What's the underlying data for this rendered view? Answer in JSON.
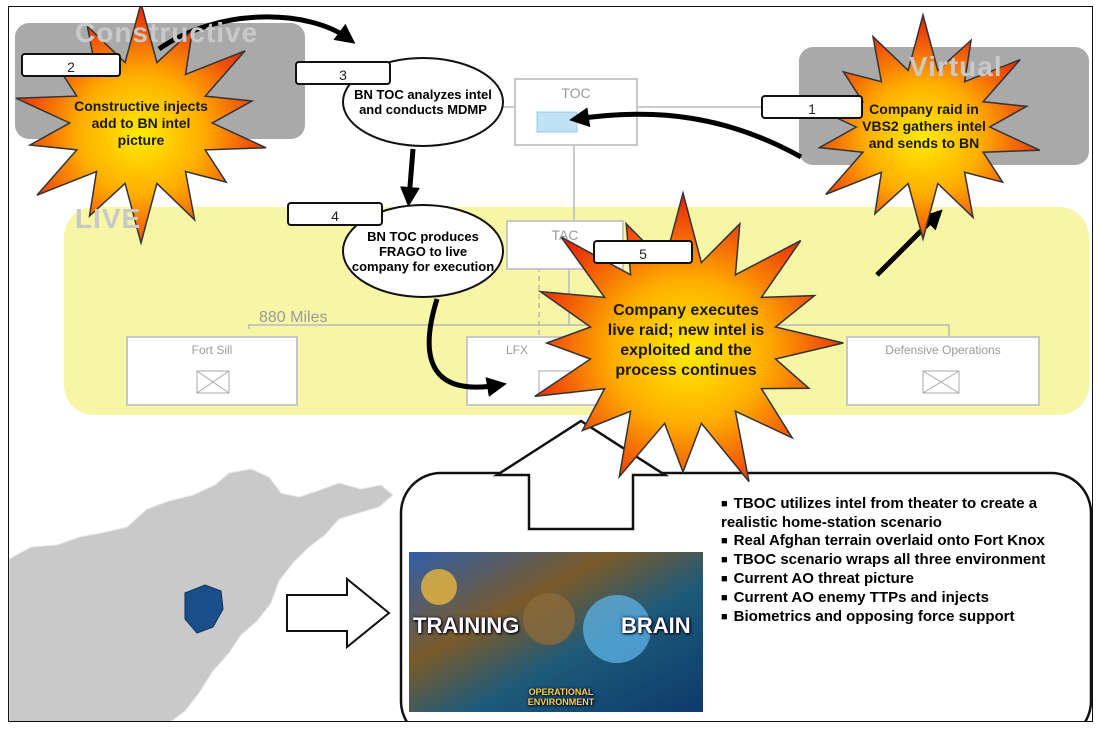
{
  "zones": {
    "constructive": "Constructive",
    "virtual": "Virtual",
    "live": "LIVE"
  },
  "nodes": {
    "toc": "TOC",
    "tac": "TAC",
    "distance": "880 Miles",
    "fort_sill": "Fort Sill",
    "lfx": "LFX",
    "defensive_ops": "Defensive Operations"
  },
  "steps": [
    {
      "number": "1",
      "text": "Company raid in VBS2 gathers intel and sends to BN"
    },
    {
      "number": "2",
      "text": "Constructive injects add to BN intel picture"
    },
    {
      "number": "3",
      "text": "BN TOC analyzes intel and conducts MDMP"
    },
    {
      "number": "4",
      "text": "BN TOC produces FRAGO to live company for execution"
    },
    {
      "number": "5",
      "text": "Company executes live raid; new intel is exploited and the process continues"
    }
  ],
  "tboc_bullets": [
    "TBOC utilizes intel from theater to create a realistic home-station scenario",
    "Real Afghan terrain overlaid onto Fort Knox",
    "TBOC scenario wraps all three environment",
    "Current AO threat picture",
    "Current AO enemy TTPs and injects",
    "Biometrics and opposing force support"
  ],
  "banner": {
    "left_word": "TRAINING",
    "right_word": "BRAIN",
    "sub_text": "OPERATIONAL ENVIRONMENT"
  },
  "colors": {
    "star_inner": "#ffec00",
    "star_outer": "#e8200a",
    "live_zone": "#f7f6a6",
    "gray_zone": "#a9a9a9",
    "map_country": "#c9c9c9",
    "map_highlight": "#1b4f8a"
  }
}
